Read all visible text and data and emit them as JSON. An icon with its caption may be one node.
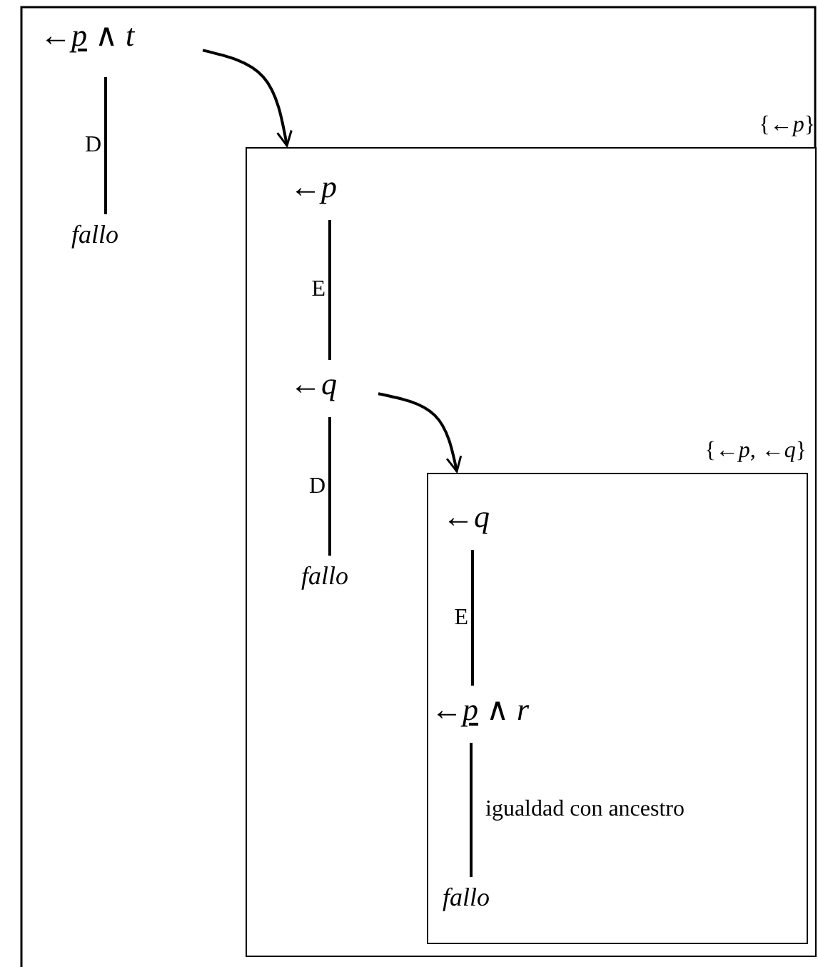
{
  "diagram": {
    "nodes": [
      {
        "text": [
          "←*p* ∧ *t*"
        ]
      },
      {
        "text": [
          "fallo"
        ]
      },
      {
        "text": [
          "{←*p*}"
        ]
      },
      {
        "text": [
          "←*p*"
        ],
        "in": 2
      },
      {
        "text": [
          "←*q*"
        ],
        "in": 2
      },
      {
        "text": [
          "fallo"
        ],
        "in": 2
      },
      {
        "text": [
          "{←*p*, ←*q*}"
        ],
        "in": 2
      },
      {
        "text": [
          "←*q*"
        ],
        "in": 6
      },
      {
        "text": [
          "←*p* ∧ *r*"
        ],
        "in": 6
      },
      {
        "text": [
          "fallo"
        ],
        "in": 6
      }
    ],
    "edges": [
      {
        "from": 0,
        "to": 1,
        "arrow": "none",
        "label": "D"
      },
      {
        "from": 0,
        "to": 2,
        "arrow": "to"
      },
      {
        "from": 3,
        "to": 4,
        "arrow": "none",
        "label": "E"
      },
      {
        "from": 4,
        "to": 5,
        "arrow": "none",
        "label": "D"
      },
      {
        "from": 4,
        "to": 6,
        "arrow": "to"
      },
      {
        "from": 7,
        "to": 8,
        "arrow": "none",
        "label": "E"
      },
      {
        "from": 8,
        "to": 9,
        "arrow": "none",
        "label": "igualdad con ancestro"
      }
    ]
  }
}
